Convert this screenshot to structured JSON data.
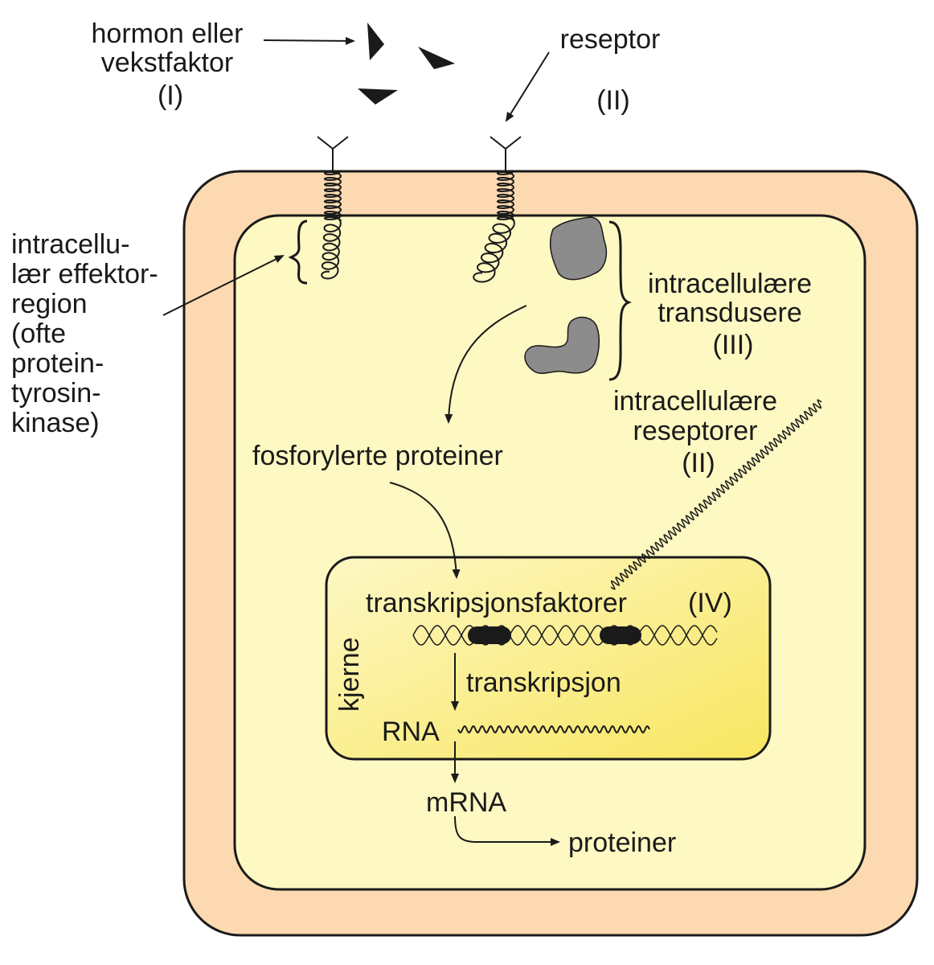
{
  "labels": {
    "hormone_line1": "hormon eller",
    "hormone_line2": "vekstfaktor",
    "hormone_num": "(I)",
    "receptor": "reseptor",
    "receptor_num": "(II)",
    "effector_line1": "intracellu-",
    "effector_line2": "lær effektor-",
    "effector_line3": "region",
    "effector_line4": "(ofte",
    "effector_line5": "protein-",
    "effector_line6": "tyrosin-",
    "effector_line7": "kinase)",
    "transducers_line1": "intracellulære",
    "transducers_line2": "transdusere",
    "transducers_num": "(III)",
    "intra_receptors_line1": "intracellulære",
    "intra_receptors_line2": "reseptorer",
    "intra_receptors_num": "(II)",
    "phosphorylated": "fosforylerte proteiner",
    "transcription_factors": "transkripsjonsfaktorer",
    "transcription_factors_num": "(IV)",
    "nucleus": "kjerne",
    "transcription": "transkripsjon",
    "rna": "RNA",
    "mrna": "mRNA",
    "proteins": "proteiner"
  },
  "colors": {
    "membrane": "#fcd9b0",
    "cytoplasm": "#fef8c2",
    "nucleus_light": "#fdf6b8",
    "nucleus_dark": "#f9e86a",
    "transducer": "#8c8c8c",
    "outline": "#1a1a1a"
  }
}
